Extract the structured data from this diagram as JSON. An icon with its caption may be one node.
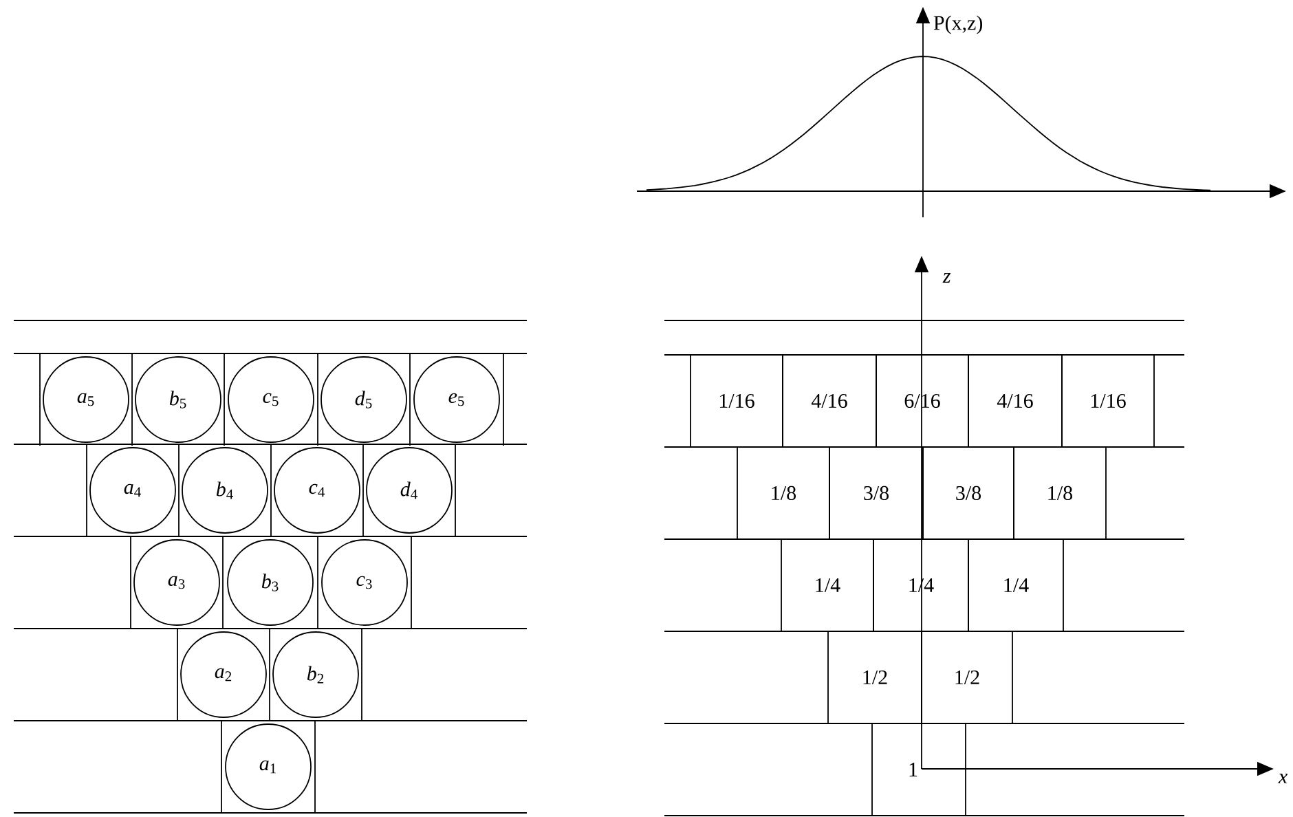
{
  "diagram": {
    "nodes": [
      {
        "text": [
          "*a*$_{5}$"
        ]
      },
      {
        "text": [
          "*b*$_{5}$"
        ]
      },
      {
        "text": [
          "*c*$_{5}$"
        ]
      },
      {
        "text": [
          "*d*$_{5}$"
        ]
      },
      {
        "text": [
          "*e*$_{5}$"
        ]
      },
      {
        "text": [
          "*a*$_{4}$"
        ]
      },
      {
        "text": [
          "*b*$_{4}$"
        ]
      },
      {
        "text": [
          "*c*$_{4}$"
        ]
      },
      {
        "text": [
          "*d*$_{4}$"
        ]
      },
      {
        "text": [
          "*a*$_{3}$"
        ]
      },
      {
        "text": [
          "*b*$_{3}$"
        ]
      },
      {
        "text": [
          "*c*$_{3}$"
        ]
      },
      {
        "text": [
          "*a*$_{2}$"
        ]
      },
      {
        "text": [
          "*b*$_{2}$"
        ]
      },
      {
        "text": [
          "*a*$_{1}$"
        ]
      },
      {
        "text": [
          "1/16"
        ]
      },
      {
        "text": [
          "4/16"
        ]
      },
      {
        "text": [
          "6/16"
        ]
      },
      {
        "text": [
          "4/16"
        ]
      },
      {
        "text": [
          "1/16"
        ]
      },
      {
        "text": [
          "1/8"
        ]
      },
      {
        "text": [
          "3/8"
        ]
      },
      {
        "text": [
          "3/8"
        ]
      },
      {
        "text": [
          "1/8"
        ]
      },
      {
        "text": [
          "1/4"
        ]
      },
      {
        "text": [
          "1/4"
        ]
      },
      {
        "text": [
          "1/4"
        ]
      },
      {
        "text": [
          "1/2"
        ]
      },
      {
        "text": [
          "1/2"
        ]
      },
      {
        "text": [
          "1"
        ]
      }
    ],
    "edges": [],
    "labels": [
      "P(x,z)",
      "z",
      "x"
    ]
  }
}
